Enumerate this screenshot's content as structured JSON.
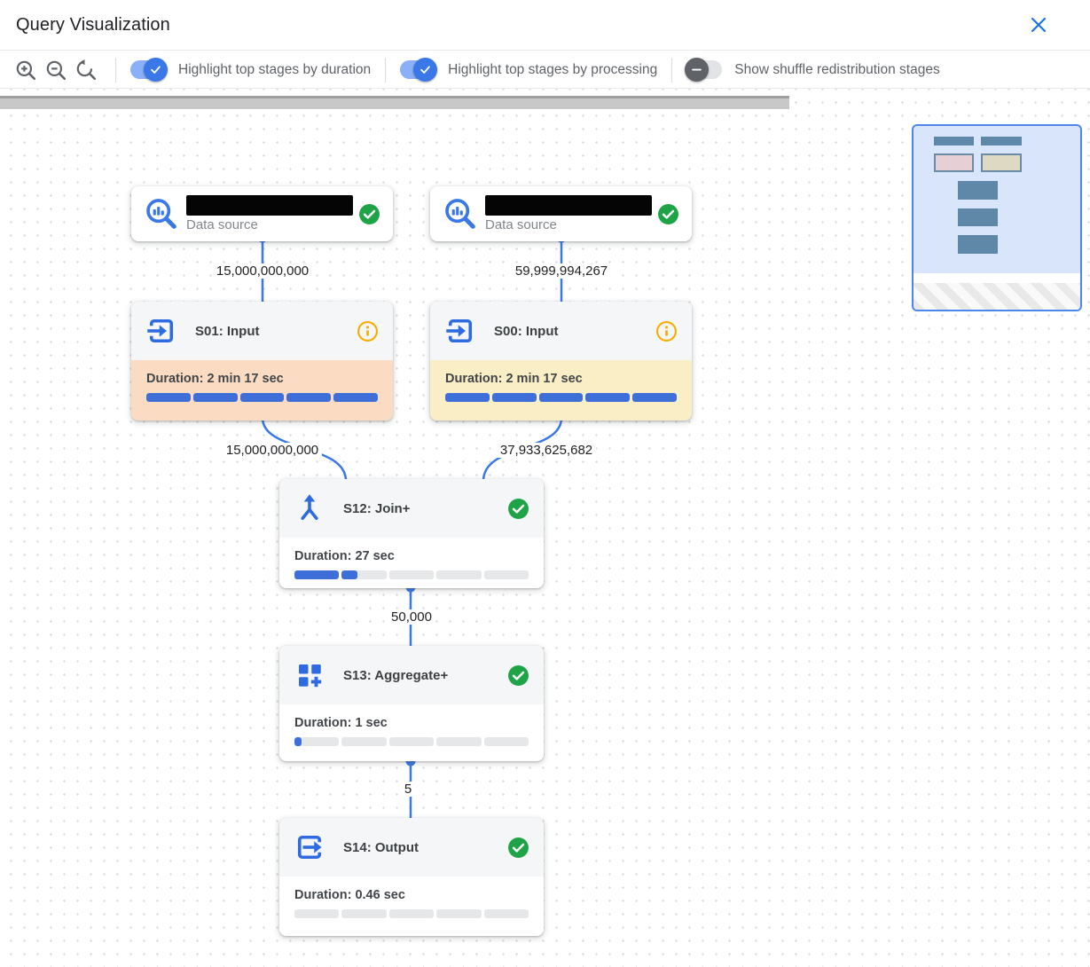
{
  "header": {
    "title": "Query Visualization"
  },
  "toolbar": {
    "zoom_buttons": [
      "zoom-in",
      "zoom-out",
      "zoom-reset"
    ],
    "toggles": [
      {
        "label": "Highlight top stages by duration",
        "state": "on"
      },
      {
        "label": "Highlight top stages by processing",
        "state": "on"
      },
      {
        "label": "Show shuffle redistribution stages",
        "state": "off"
      }
    ]
  },
  "graph": {
    "sources": [
      {
        "label": "Data source",
        "name_redacted": true,
        "status": "complete"
      },
      {
        "label": "Data source",
        "name_redacted": true,
        "status": "complete"
      }
    ],
    "edges": {
      "src1_to_s01": "15,000,000,000",
      "src2_to_s00": "59,999,994,267",
      "s01_to_s12": "15,000,000,000",
      "s00_to_s12": "37,933,625,682",
      "s12_to_s13": "50,000",
      "s13_to_s14": "5"
    },
    "stages": [
      {
        "name": "S01: Input",
        "duration": "Duration: 2 min 17 sec",
        "progress": 100,
        "highlight": "duration",
        "status": "info"
      },
      {
        "name": "S00: Input",
        "duration": "Duration: 2 min 17 sec",
        "progress": 100,
        "highlight": "processing",
        "status": "info"
      },
      {
        "name": "S12: Join+",
        "duration": "Duration: 27 sec",
        "progress": 27,
        "highlight": "none",
        "status": "complete"
      },
      {
        "name": "S13: Aggregate+",
        "duration": "Duration: 1 sec",
        "progress": 3,
        "highlight": "none",
        "status": "complete"
      },
      {
        "name": "S14: Output",
        "duration": "Duration: 0.46 sec",
        "progress": 0,
        "highlight": "none",
        "status": "complete"
      }
    ]
  },
  "colors": {
    "accent_blue": "#1a73e8",
    "edge_blue": "#3b78e7",
    "progress_blue": "#3e6fd9",
    "success_green": "#1ea446",
    "warning_orange": "#f9ab00",
    "duration_highlight_bg": "#fbdcc2",
    "processing_highlight_bg": "#faeec6",
    "toggle_on_track": "#8ab0f8",
    "toggle_off_thumb": "#5f6368"
  }
}
